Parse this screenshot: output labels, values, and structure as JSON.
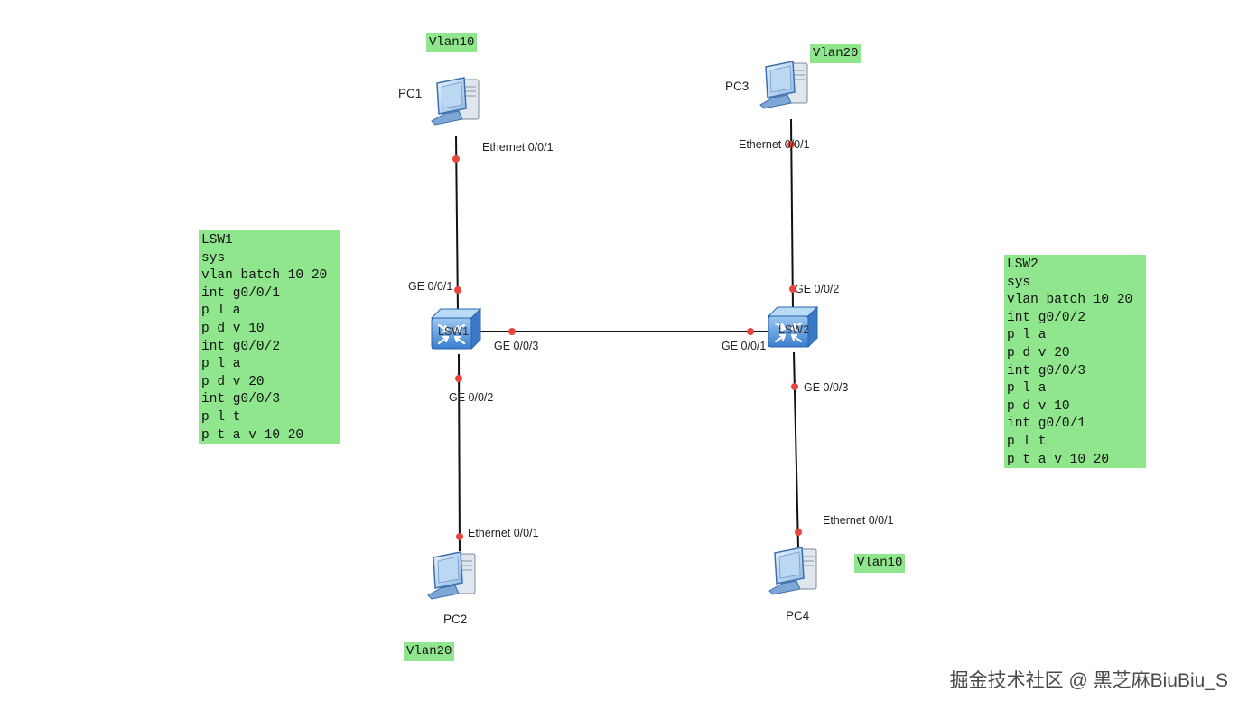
{
  "devices": {
    "pc1": "PC1",
    "pc2": "PC2",
    "pc3": "PC3",
    "pc4": "PC4",
    "lsw1": "LSW1",
    "lsw2": "LSW2"
  },
  "vlans": {
    "pc1": "Vlan10",
    "pc2": "Vlan20",
    "pc3": "Vlan20",
    "pc4": "Vlan10"
  },
  "ports": {
    "pc1_eth": "Ethernet 0/0/1",
    "pc2_eth": "Ethernet 0/0/1",
    "pc3_eth": "Ethernet 0/0/1",
    "pc4_eth": "Ethernet 0/0/1",
    "lsw1_g1": "GE 0/0/1",
    "lsw1_g2": "GE 0/0/2",
    "lsw1_g3": "GE 0/0/3",
    "lsw2_g1": "GE 0/0/1",
    "lsw2_g2": "GE 0/0/2",
    "lsw2_g3": "GE 0/0/3"
  },
  "notes": {
    "lsw1": [
      "LSW1",
      "sys",
      "vlan batch 10 20",
      "int g0/0/1",
      "p l a",
      "p d v 10",
      "int g0/0/2",
      "p l a",
      "p d v 20",
      "int g0/0/3",
      "p l t",
      "p t a v 10 20"
    ],
    "lsw2": [
      "LSW2",
      "sys",
      "vlan batch 10 20",
      "int g0/0/2",
      "p l a",
      "p d v 20",
      "int g0/0/3",
      "p l a",
      "p d v 10",
      "int g0/0/1",
      "p l t",
      "p t a v 10 20"
    ]
  },
  "watermark": "掘金技术社区 @ 黑芝麻BiuBiu_S",
  "colors": {
    "note_bg": "#8fe68d",
    "link": "#111111",
    "port_dot": "#e8453c",
    "pc_blue": "#5f9ad6",
    "switch_blue": "#4a8fd8"
  }
}
